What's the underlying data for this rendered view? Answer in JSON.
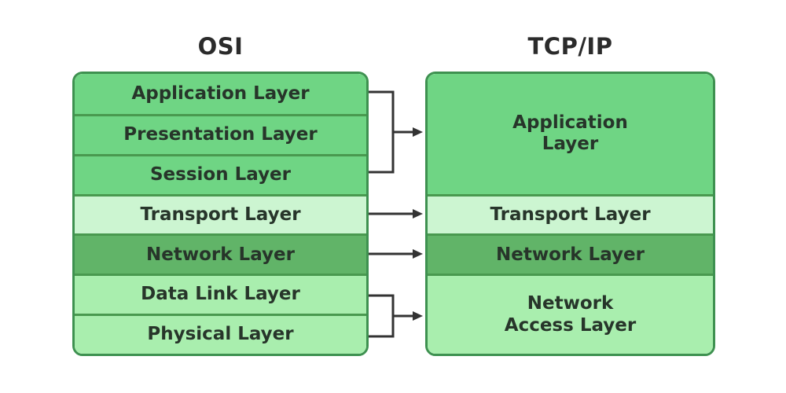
{
  "diagram": {
    "osi": {
      "title": "OSI",
      "layers": [
        {
          "label": "Application Layer",
          "color": "#6fd584"
        },
        {
          "label": "Presentation Layer",
          "color": "#6fd584"
        },
        {
          "label": "Session Layer",
          "color": "#6fd584"
        },
        {
          "label": "Transport Layer",
          "color": "#ccf5d1"
        },
        {
          "label": "Network Layer",
          "color": "#61b468"
        },
        {
          "label": "Data Link Layer",
          "color": "#a9eeae"
        },
        {
          "label": "Physical Layer",
          "color": "#a9eeae"
        }
      ]
    },
    "tcpip": {
      "title": "TCP/IP",
      "layers": [
        {
          "lines": [
            "Application",
            "Layer"
          ],
          "color": "#6fd584",
          "span_rows": 3
        },
        {
          "lines": [
            "Transport Layer"
          ],
          "color": "#ccf5d1",
          "span_rows": 1
        },
        {
          "lines": [
            "Network Layer"
          ],
          "color": "#61b468",
          "span_rows": 1
        },
        {
          "lines": [
            "Network",
            "Access Layer"
          ],
          "color": "#a9eeae",
          "span_rows": 2
        }
      ]
    },
    "connections": [
      {
        "from": [
          "Application Layer",
          "Presentation Layer",
          "Session Layer"
        ],
        "to": "Application Layer",
        "type": "bracket-arrow"
      },
      {
        "from": [
          "Transport Layer"
        ],
        "to": "Transport Layer",
        "type": "straight-arrow"
      },
      {
        "from": [
          "Network Layer"
        ],
        "to": "Network Layer",
        "type": "straight-arrow"
      },
      {
        "from": [
          "Data Link Layer",
          "Physical Layer"
        ],
        "to": "Network Access Layer",
        "type": "bracket-arrow"
      }
    ],
    "colors": {
      "green_medium": "#6fd584",
      "green_pale": "#ccf5d1",
      "green_dark": "#61b468",
      "green_light": "#a9eeae",
      "box_border": "#3e9150",
      "row_divider": "#49994f",
      "arrow": "#333333",
      "title_text": "#2b2b2b",
      "layer_text": "#27352a",
      "background": "#ffffff"
    }
  }
}
